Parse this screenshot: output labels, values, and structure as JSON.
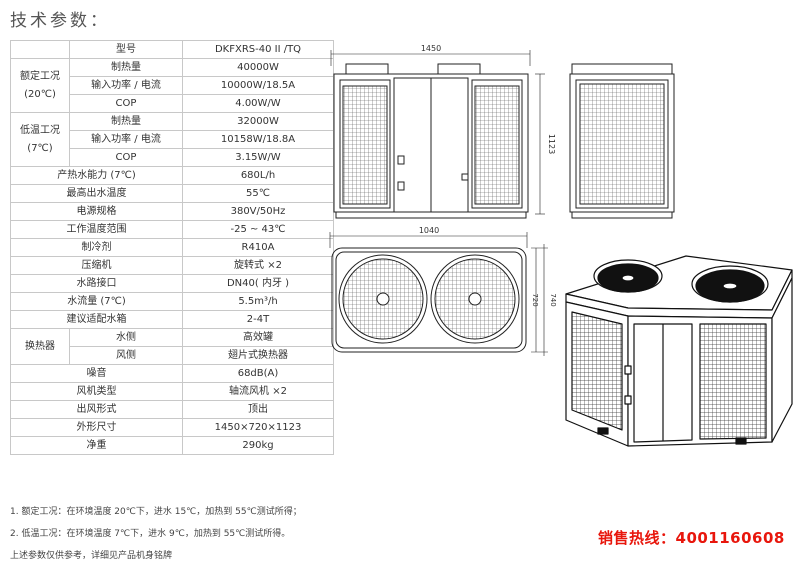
{
  "heading": "技术参数：",
  "table": {
    "model_label": "型号",
    "model_value": "DKFXRS-40 II /TQ",
    "rated": {
      "group": "额定工况",
      "group_sub": "(20℃)",
      "rows": [
        {
          "label": "制热量",
          "value": "40000W"
        },
        {
          "label": "输入功率 / 电流",
          "value": "10000W/18.5A"
        },
        {
          "label": "COP",
          "value": "4.00W/W"
        }
      ]
    },
    "lowtemp": {
      "group": "低温工况",
      "group_sub": "(7℃)",
      "rows": [
        {
          "label": "制热量",
          "value": "32000W"
        },
        {
          "label": "输入功率 / 电流",
          "value": "10158W/18.8A"
        },
        {
          "label": "COP",
          "value": "3.15W/W"
        }
      ]
    },
    "general": [
      {
        "label": "产热水能力 (7℃)",
        "value": "680L/h"
      },
      {
        "label": "最高出水温度",
        "value": "55℃"
      },
      {
        "label": "电源规格",
        "value": "380V/50Hz"
      },
      {
        "label": "工作温度范围",
        "value": "-25 ~ 43℃"
      },
      {
        "label": "制冷剂",
        "value": "R410A"
      },
      {
        "label": "压缩机",
        "value": "旋转式 ×2"
      },
      {
        "label": "水路接口",
        "value": "DN40( 内牙 )"
      },
      {
        "label": "水流量 (7℃)",
        "value": "5.5m³/h"
      },
      {
        "label": "建议适配水箱",
        "value": "2-4T"
      }
    ],
    "exchanger": {
      "group": "换热器",
      "rows": [
        {
          "label": "水侧",
          "value": "高效罐"
        },
        {
          "label": "风侧",
          "value": "翅片式换热器"
        }
      ]
    },
    "tail": [
      {
        "label": "噪音",
        "value": "68dB(A)"
      },
      {
        "label": "风机类型",
        "value": "轴流风机 ×2"
      },
      {
        "label": "出风形式",
        "value": "顶出"
      },
      {
        "label": "外形尺寸",
        "value": "1450×720×1123"
      },
      {
        "label": "净重",
        "value": "290kg"
      }
    ]
  },
  "notes": [
    "1. 额定工况：在环境温度 20℃下，进水 15℃，加热到 55℃测试所得；",
    "2. 低温工况：在环境温度 7℃下，进水 9℃，加热到 55℃测试所得。",
    "上述参数仅供参考，详细见产品机身铭牌"
  ],
  "hotline": "销售热线：4001160608",
  "dims": {
    "front_width": "1450",
    "height": "1123",
    "top_width": "1040",
    "depth_a": "720",
    "depth_b": "740"
  }
}
